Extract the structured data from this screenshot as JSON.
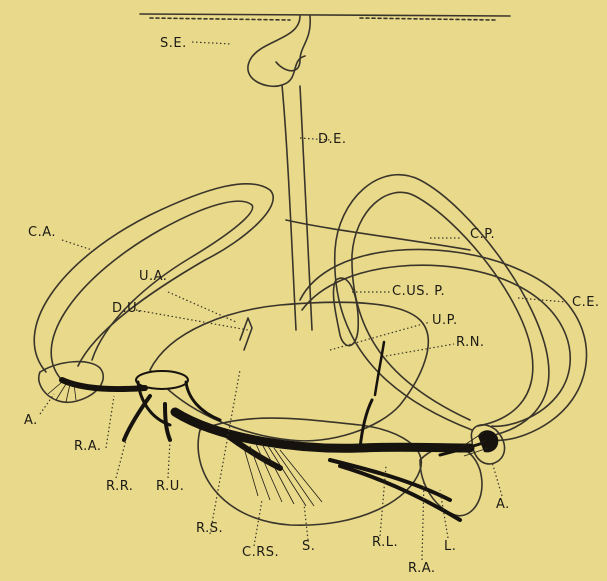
{
  "labels": {
    "se": "S.E.",
    "de": "D.E.",
    "ca": "C.A.",
    "cp": "C.P.",
    "ua": "U.A.",
    "du": "D.U.",
    "cusp": "C.US. P.",
    "ce": "C.E.",
    "up": "U.P.",
    "rn": "R.N.",
    "a_left": "A.",
    "ra_left": "R.A.",
    "rr": "R.R.",
    "ru": "R.U.",
    "rs": "R.S.",
    "crs": "C.RS.",
    "s": "S.",
    "rl": "R.L.",
    "ra_bottom": "R.A.",
    "l": "L.",
    "a_right": "A."
  }
}
